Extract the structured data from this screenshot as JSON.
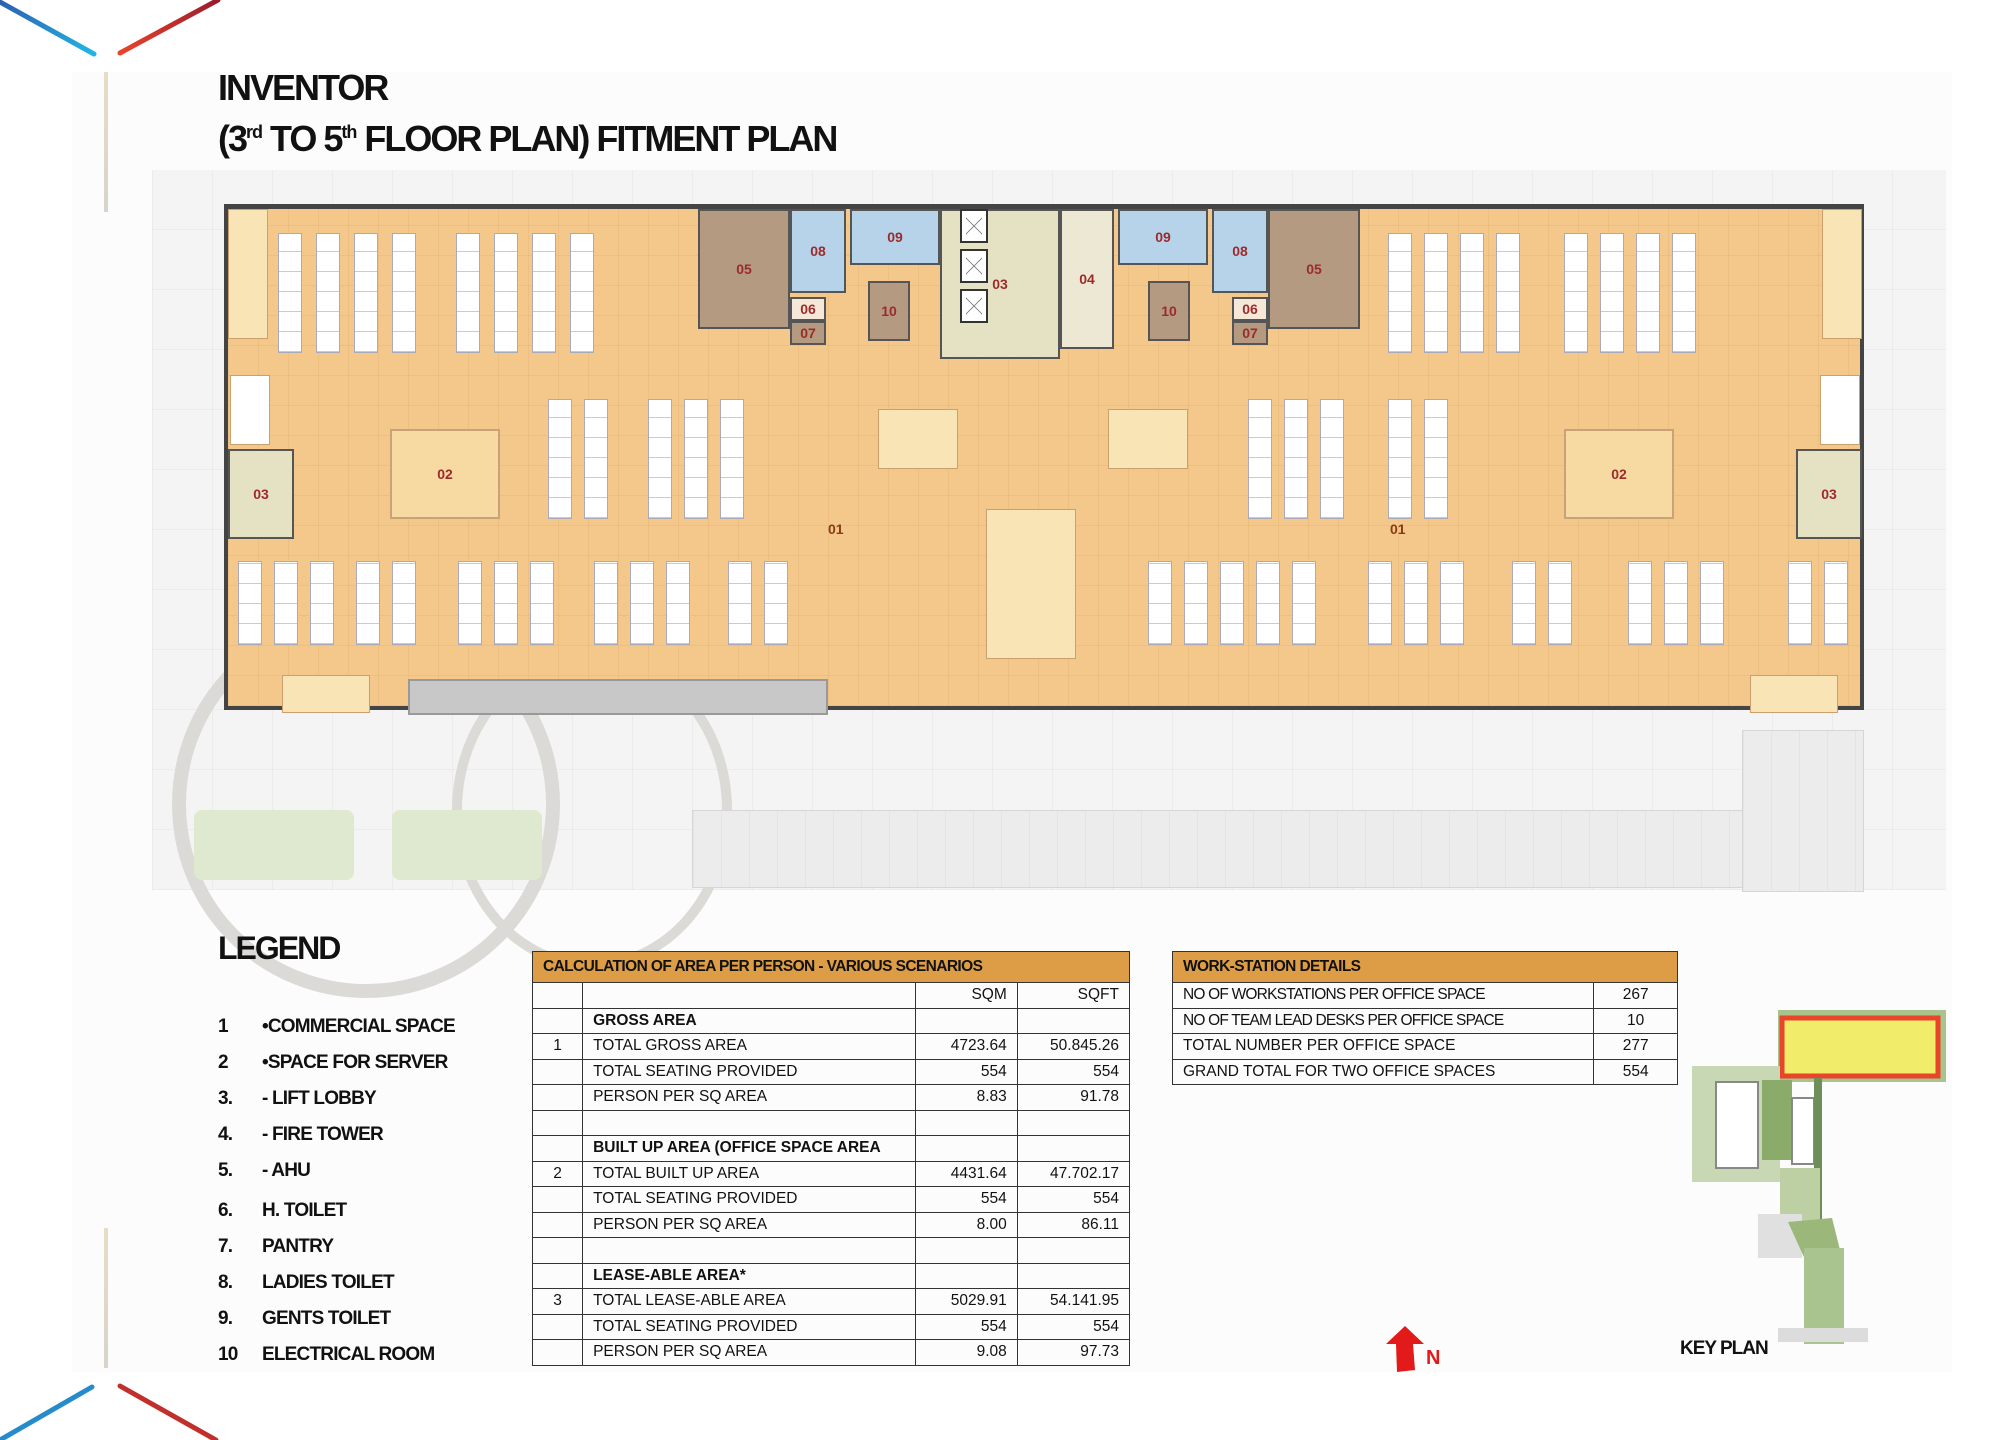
{
  "header": {
    "title_line1": "INVENTOR",
    "title_line2_pre": "(3",
    "title_line2_sup1": "rd",
    "title_line2_mid": " TO 5",
    "title_line2_sup2": "th",
    "title_line2_post": " FLOOR PLAN) FITMENT PLAN"
  },
  "floor_plan": {
    "room_labels": {
      "commercial_space": "01",
      "server": "02",
      "lift_lobby": "03",
      "fire_tower": "04",
      "ahu": "05",
      "h_toilet": "06",
      "pantry": "07",
      "ladies_toilet": "08",
      "gents_toilet": "09",
      "electrical_room": "10"
    },
    "colors": {
      "office_floor": "#f3c88a",
      "toilets": "#b6d3ea",
      "ahu": "#b39a80",
      "lobby": "#e5e2c4"
    }
  },
  "legend": {
    "title": "LEGEND",
    "items": [
      {
        "num": "1",
        "label": "•COMMERCIAL SPACE"
      },
      {
        "num": "2",
        "label": "•SPACE FOR SERVER"
      },
      {
        "num": "3.",
        "label": "- LIFT LOBBY"
      },
      {
        "num": "4.",
        "label": "- FIRE TOWER"
      },
      {
        "num": "5.",
        "label": "- AHU"
      },
      {
        "num": "6.",
        "label": "H. TOILET"
      },
      {
        "num": "7.",
        "label": "PANTRY"
      },
      {
        "num": "8.",
        "label": "LADIES TOILET"
      },
      {
        "num": "9.",
        "label": "GENTS TOILET"
      },
      {
        "num": "10",
        "label": "ELECTRICAL ROOM"
      }
    ]
  },
  "calc_table": {
    "title": "CALCULATION OF AREA PER PERSON - VARIOUS SCENARIOS",
    "col_sqm": "SQM",
    "col_sqft": "SQFT",
    "sections": [
      {
        "heading": "GROSS AREA",
        "rows": [
          {
            "idx": "1",
            "label": "TOTAL GROSS AREA",
            "sqm": "4723.64",
            "sqft": "50.845.26"
          },
          {
            "idx": "",
            "label": "TOTAL SEATING PROVIDED",
            "sqm": "554",
            "sqft": "554"
          },
          {
            "idx": "",
            "label": "PERSON PER SQ AREA",
            "sqm": "8.83",
            "sqft": "91.78"
          }
        ]
      },
      {
        "heading": "BUILT UP AREA (OFFICE SPACE AREA",
        "rows": [
          {
            "idx": "2",
            "label": "TOTAL BUILT UP AREA",
            "sqm": "4431.64",
            "sqft": "47.702.17"
          },
          {
            "idx": "",
            "label": "TOTAL SEATING PROVIDED",
            "sqm": "554",
            "sqft": "554"
          },
          {
            "idx": "",
            "label": "PERSON PER SQ AREA",
            "sqm": "8.00",
            "sqft": "86.11"
          }
        ]
      },
      {
        "heading": "LEASE-ABLE AREA*",
        "rows": [
          {
            "idx": "3",
            "label": "TOTAL LEASE-ABLE AREA",
            "sqm": "5029.91",
            "sqft": "54.141.95"
          },
          {
            "idx": "",
            "label": "TOTAL SEATING PROVIDED",
            "sqm": "554",
            "sqft": "554"
          },
          {
            "idx": "",
            "label": "PERSON PER SQ AREA",
            "sqm": "9.08",
            "sqft": "97.73"
          }
        ]
      }
    ],
    "header_color": "#dd9d47"
  },
  "workstation_table": {
    "title": "WORK-STATION DETAILS",
    "rows": [
      {
        "label": "NO OF WORKSTATIONS PER OFFICE SPACE",
        "value": "267"
      },
      {
        "label": "NO OF TEAM LEAD DESKS PER OFFICE SPACE",
        "value": "10"
      },
      {
        "label": "TOTAL NUMBER PER OFFICE SPACE",
        "value": "277"
      },
      {
        "label": "GRAND TOTAL FOR TWO OFFICE SPACES",
        "value": "554"
      }
    ]
  },
  "north_arrow": {
    "label": "N",
    "color": "#e21a1a"
  },
  "key_plan": {
    "label": "KEY PLAN",
    "highlight_color": "#e8452a"
  }
}
